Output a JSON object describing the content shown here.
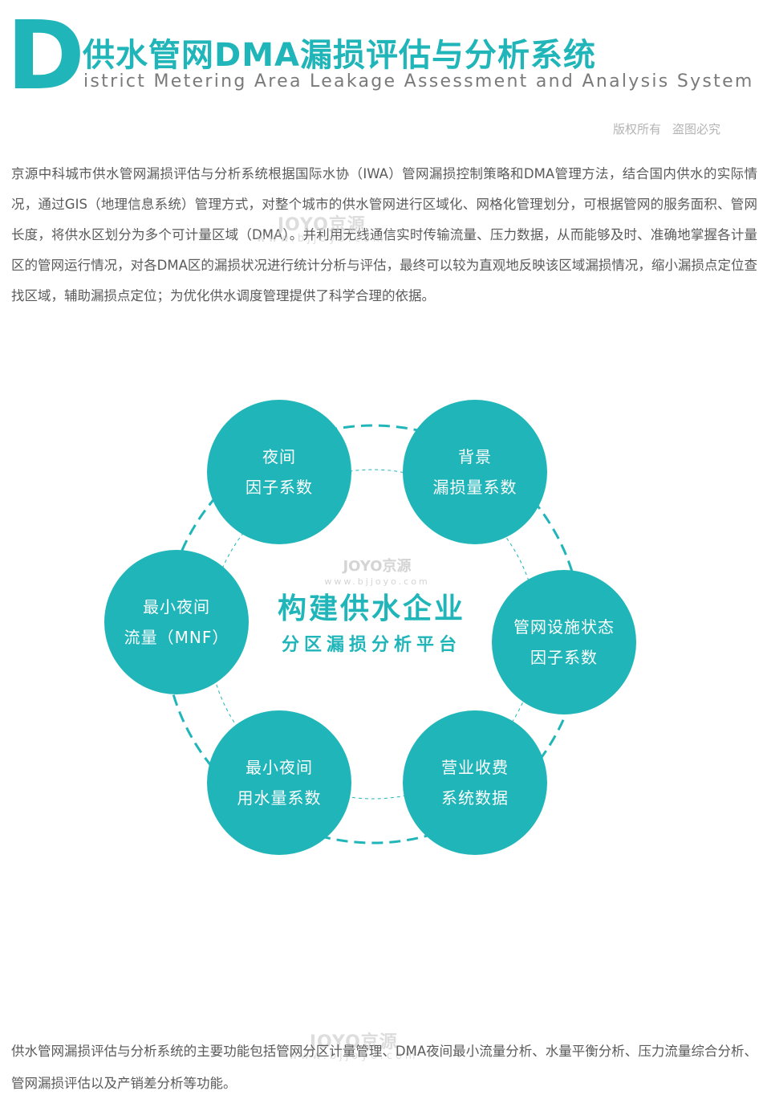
{
  "header": {
    "letter": "D",
    "title_cn": "供水管网DMA漏损评估与分析系统",
    "title_en": "istrict Metering Area Leakage Assessment and Analysis System",
    "copyright_left": "版权所有",
    "copyright_right": "盗图必究"
  },
  "intro": "京源中科城市供水管网漏损评估与分析系统根据国际水协（IWA）管网漏损控制策略和DMA管理方法，结合国内供水的实际情况，通过GIS（地理信息系统）管理方式，对整个城市的供水管网进行区域化、网格化管理划分，可根据管网的服务面积、管网长度，将供水区划分为多个可计量区域（DMA）。并利用无线通信实时传输流量、压力数据，从而能够及时、准确地掌握各计量区的管网运行情况，对各DMA区的漏损状况进行统计分析与评估，最终可以较为直观地反映该区域漏损情况，缩小漏损点定位查找区域，辅助漏损点定位；为优化供水调度管理提供了科学合理的依据。",
  "diagram": {
    "center_line1": "构建供水企业",
    "center_line2": "分区漏损分析平台",
    "nodes": [
      {
        "line1": "夜间",
        "line2": "因子系数"
      },
      {
        "line1": "背景",
        "line2": "漏损量系数"
      },
      {
        "line1": "管网设施状态",
        "line2": "因子系数"
      },
      {
        "line1": "营业收费",
        "line2": "系统数据"
      },
      {
        "line1": "最小夜间",
        "line2": "用水量系数"
      },
      {
        "line1": "最小夜间",
        "line2": "流量（MNF）"
      }
    ],
    "color": "#1fb5b9"
  },
  "watermark": {
    "logo": "JOYO京源",
    "url": "www.bjjoyo.com"
  },
  "summary": "供水管网漏损评估与分析系统的主要功能包括管网分区计量管理、DMA夜间最小流量分析、水量平衡分析、压力流量综合分析、管网漏损评估以及产销差分析等功能。"
}
